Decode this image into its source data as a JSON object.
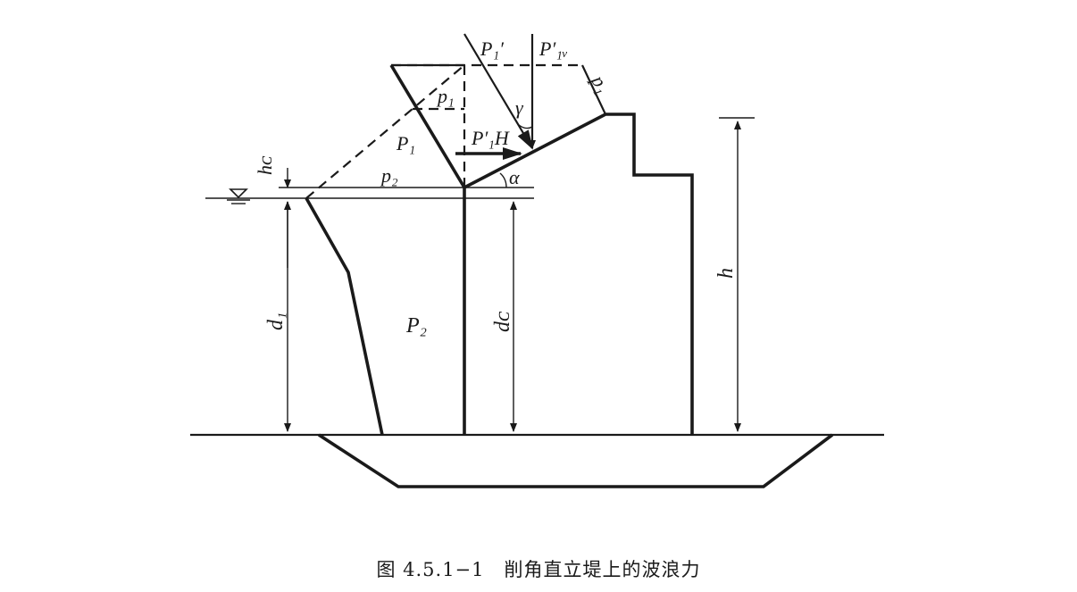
{
  "labels": {
    "P1_prime": "P₁′",
    "P1v_prime": "P′₁ᵥ",
    "p1_top": "p₁",
    "p1_inner": "p₁",
    "gamma": "γ",
    "P1": "P₁",
    "P1H_prime": "P′₁H",
    "hc": "hᴄ",
    "p2": "p₂",
    "alpha": "α",
    "d1": "d₁",
    "P2": "P₂",
    "dc": "dᴄ",
    "h": "h"
  },
  "icons": {
    "still_water_level": "water-level-symbol"
  },
  "caption": "图 4.5.1−1　削角直立堤上的波浪力"
}
